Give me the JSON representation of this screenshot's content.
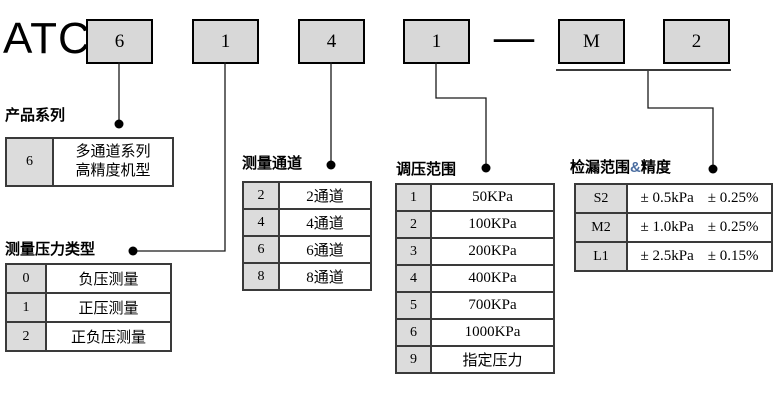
{
  "model_code": {
    "prefix": "ATC",
    "digits": [
      "6",
      "1",
      "4",
      "1",
      "M",
      "2"
    ],
    "separator": "—"
  },
  "colors": {
    "box_fill": "#d8d8d8",
    "table_code_fill": "#dcdcdc",
    "border": "#000000",
    "ampersand_blue": "#4a6da0"
  },
  "sections": [
    {
      "id": "series",
      "title": "产品系列",
      "rows": [
        {
          "code": "6",
          "desc": "多通道系列\n高精度机型"
        }
      ]
    },
    {
      "id": "pressure_type",
      "title": "测量压力类型",
      "rows": [
        {
          "code": "0",
          "desc": "负压测量"
        },
        {
          "code": "1",
          "desc": "正压测量"
        },
        {
          "code": "2",
          "desc": "正负压测量"
        }
      ]
    },
    {
      "id": "channels",
      "title": "测量通道",
      "rows": [
        {
          "code": "2",
          "desc": "2通道"
        },
        {
          "code": "4",
          "desc": "4通道"
        },
        {
          "code": "6",
          "desc": "6通道"
        },
        {
          "code": "8",
          "desc": "8通道"
        }
      ]
    },
    {
      "id": "regulation_range",
      "title": "调压范围",
      "rows": [
        {
          "code": "1",
          "desc": "50KPa"
        },
        {
          "code": "2",
          "desc": "100KPa"
        },
        {
          "code": "3",
          "desc": "200KPa"
        },
        {
          "code": "4",
          "desc": "400KPa"
        },
        {
          "code": "5",
          "desc": "700KPa"
        },
        {
          "code": "6",
          "desc": "1000KPa"
        },
        {
          "code": "9",
          "desc": "指定压力"
        }
      ]
    },
    {
      "id": "leak_range",
      "title_parts": {
        "left": "检漏范围",
        "amp": "&",
        "right": "精度"
      },
      "rows": [
        {
          "code": "S2",
          "range": "± 0.5kPa",
          "accuracy": "± 0.25%"
        },
        {
          "code": "M2",
          "range": "± 1.0kPa",
          "accuracy": "± 0.25%"
        },
        {
          "code": "L1",
          "range": "± 2.5kPa",
          "accuracy": "± 0.15%"
        }
      ]
    }
  ]
}
